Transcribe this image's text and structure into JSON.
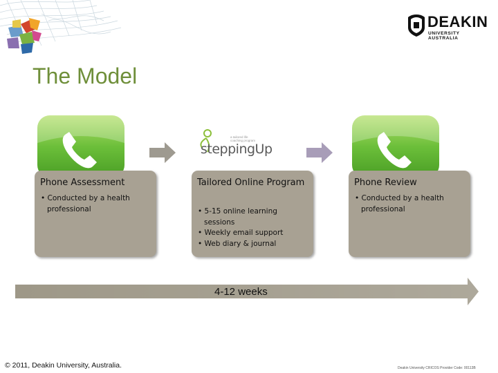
{
  "title": "The Model",
  "logo": {
    "wordmark": "DEAKIN",
    "subtitle": "UNIVERSITY AUSTRALIA"
  },
  "steps": [
    {
      "title": "Phone Assessment",
      "icon": "phone-icon",
      "bullets": [
        "Conducted by a health professional"
      ]
    },
    {
      "title": "Tailored Online Program",
      "icon": "stepping-up-logo",
      "bullets": [
        "5-15 online learning sessions",
        "Weekly email support",
        "Web diary & journal"
      ]
    },
    {
      "title": "Phone Review",
      "icon": "phone-icon",
      "bullets": [
        "Conducted by a health professional"
      ]
    }
  ],
  "stepping_up": {
    "wordmark": "steppingUp",
    "tagline_line1": "a tailored life",
    "tagline_line2": "coaching program"
  },
  "timeline": {
    "label": "4-12 weeks"
  },
  "footer": {
    "copyright": "© 2011, Deakin University, Australia.",
    "provider": "Deakin University CRICOS Provider Code: 00113B"
  },
  "colors": {
    "title_green": "#6f8f3a",
    "card_fill": "#a8a193",
    "phone_green": "#5fb52e",
    "arrow_fill": "#a8a193"
  }
}
